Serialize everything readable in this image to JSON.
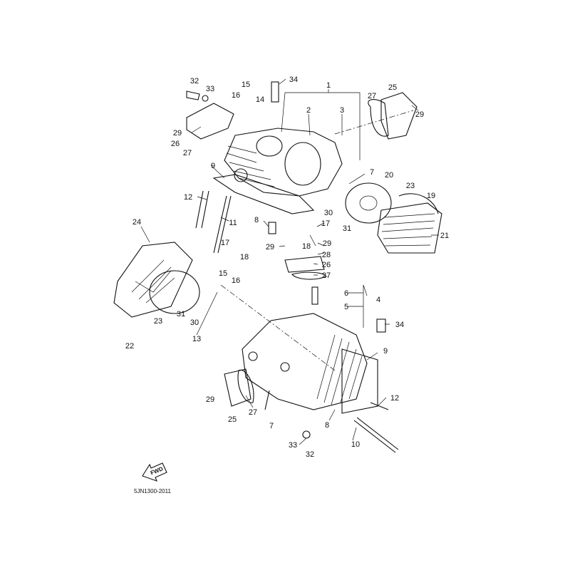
{
  "diagram": {
    "title_code": "5JN1300-2011",
    "fwd_label": "FWD",
    "callouts": [
      "32",
      "33",
      "34",
      "15",
      "16",
      "14",
      "1",
      "2",
      "3",
      "27",
      "25",
      "29",
      "29",
      "26",
      "27",
      "9",
      "7",
      "20",
      "23",
      "19",
      "12",
      "11",
      "8",
      "30",
      "31",
      "17",
      "21",
      "24",
      "17",
      "29",
      "18",
      "29",
      "28",
      "26",
      "18",
      "15",
      "16",
      "27",
      "6",
      "4",
      "5",
      "34",
      "23",
      "31",
      "30",
      "22",
      "13",
      "9",
      "29",
      "25",
      "27",
      "7",
      "12",
      "8",
      "33",
      "32",
      "10"
    ]
  }
}
